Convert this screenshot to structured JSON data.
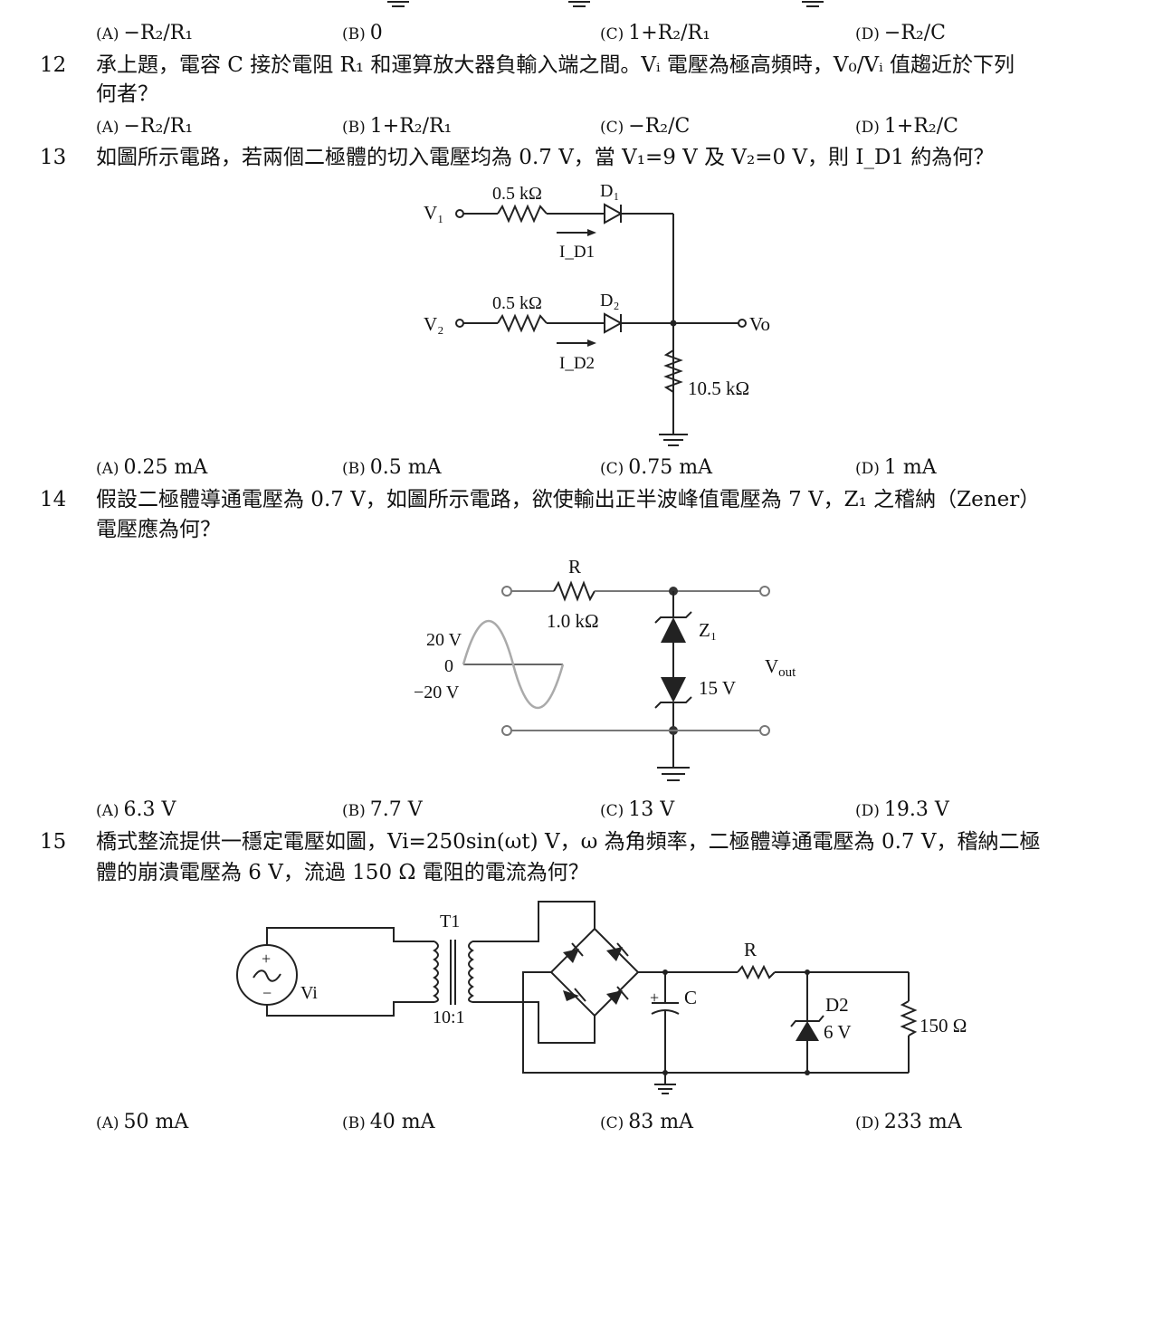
{
  "q11": {
    "options": [
      {
        "label": "(A)",
        "value": "−R₂/R₁"
      },
      {
        "label": "(B)",
        "value": "0"
      },
      {
        "label": "(C)",
        "value": "1+R₂/R₁"
      },
      {
        "label": "(D)",
        "value": "−R₂/C"
      }
    ]
  },
  "q12": {
    "number": "12",
    "text_line1": "承上題，電容 C 接於電阻 R₁ 和運算放大器負輸入端之間。Vᵢ 電壓為極高頻時，V₀/Vᵢ 值趨近於下列",
    "text_line2": "何者？",
    "options": [
      {
        "label": "(A)",
        "value": "−R₂/R₁"
      },
      {
        "label": "(B)",
        "value": "1+R₂/R₁"
      },
      {
        "label": "(C)",
        "value": "−R₂/C"
      },
      {
        "label": "(D)",
        "value": "1+R₂/C"
      }
    ]
  },
  "q13": {
    "number": "13",
    "text_line1": "如圖所示電路，若兩個二極體的切入電壓均為 0.7 V，當 V₁=9 V 及 V₂=0 V，則 I_D1 約為何？",
    "circuit": {
      "v1": "V₁",
      "v2": "V₂",
      "vo": "Vo",
      "r1": "0.5 kΩ",
      "r2": "0.5 kΩ",
      "rl": "10.5 kΩ",
      "d1": "D₁",
      "d2": "D₂",
      "id1": "I_D1",
      "id2": "I_D2"
    },
    "options": [
      {
        "label": "(A)",
        "value": "0.25 mA"
      },
      {
        "label": "(B)",
        "value": "0.5 mA"
      },
      {
        "label": "(C)",
        "value": "0.75 mA"
      },
      {
        "label": "(D)",
        "value": "1 mA"
      }
    ]
  },
  "q14": {
    "number": "14",
    "text_line1": "假設二極體導通電壓為 0.7 V，如圖所示電路，欲使輸出正半波峰值電壓為 7 V，Z₁ 之稽納（Zener）",
    "text_line2": "電壓應為何？",
    "circuit": {
      "r": "R",
      "r_value": "1.0 kΩ",
      "z1": "Z₁",
      "z2_value": "15 V",
      "amp_pos": "20 V",
      "amp_zero": "0",
      "amp_neg": "−20 V",
      "vout": "V_out"
    },
    "options": [
      {
        "label": "(A)",
        "value": "6.3 V"
      },
      {
        "label": "(B)",
        "value": "7.7 V"
      },
      {
        "label": "(C)",
        "value": "13 V"
      },
      {
        "label": "(D)",
        "value": "19.3 V"
      }
    ]
  },
  "q15": {
    "number": "15",
    "text_line1": "橋式整流提供一穩定電壓如圖，Vi=250sin(ωt) V，ω 為角頻率，二極體導通電壓為 0.7 V，稽納二極",
    "text_line2": "體的崩潰電壓為 6 V，流過 150 Ω 電阻的電流為何？",
    "circuit": {
      "vi": "Vi",
      "t1": "T1",
      "ratio": "10:1",
      "cap": "C",
      "plus": "+",
      "r": "R",
      "d2": "D2",
      "d2_value": "6 V",
      "load": "150 Ω"
    },
    "options": [
      {
        "label": "(A)",
        "value": "50 mA"
      },
      {
        "label": "(B)",
        "value": "40 mA"
      },
      {
        "label": "(C)",
        "value": "83 mA"
      },
      {
        "label": "(D)",
        "value": "233 mA"
      }
    ]
  }
}
